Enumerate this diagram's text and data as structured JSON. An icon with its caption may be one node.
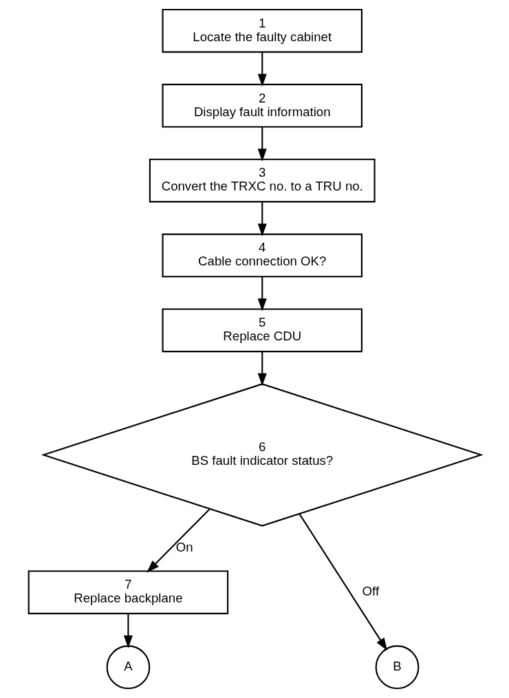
{
  "diagram": {
    "nodes": [
      {
        "text": [
          "1",
          "Locate the faulty cabinet"
        ]
      },
      {
        "text": [
          "2",
          "Display fault information"
        ]
      },
      {
        "text": [
          "3",
          "Convert the TRXC no. to a TRU no."
        ]
      },
      {
        "text": [
          "4",
          "Cable connection OK?"
        ]
      },
      {
        "text": [
          "5",
          "Replace CDU"
        ]
      },
      {
        "text": [
          "6",
          "BS fault indicator status?"
        ]
      },
      {
        "text": [
          "7",
          "Replace backplane"
        ]
      },
      {
        "text": [
          "A"
        ]
      },
      {
        "text": [
          "B"
        ]
      }
    ],
    "edges": [
      {
        "from": 0,
        "to": 1,
        "arrow": "to"
      },
      {
        "from": 1,
        "to": 2,
        "arrow": "to"
      },
      {
        "from": 2,
        "to": 3,
        "arrow": "to"
      },
      {
        "from": 3,
        "to": 4,
        "arrow": "to"
      },
      {
        "from": 4,
        "to": 5,
        "arrow": "to"
      },
      {
        "from": 5,
        "to": 6,
        "arrow": "to",
        "label": "On"
      },
      {
        "from": 5,
        "to": 8,
        "arrow": "to",
        "label": "Off"
      },
      {
        "from": 6,
        "to": 7,
        "arrow": "to"
      }
    ]
  }
}
